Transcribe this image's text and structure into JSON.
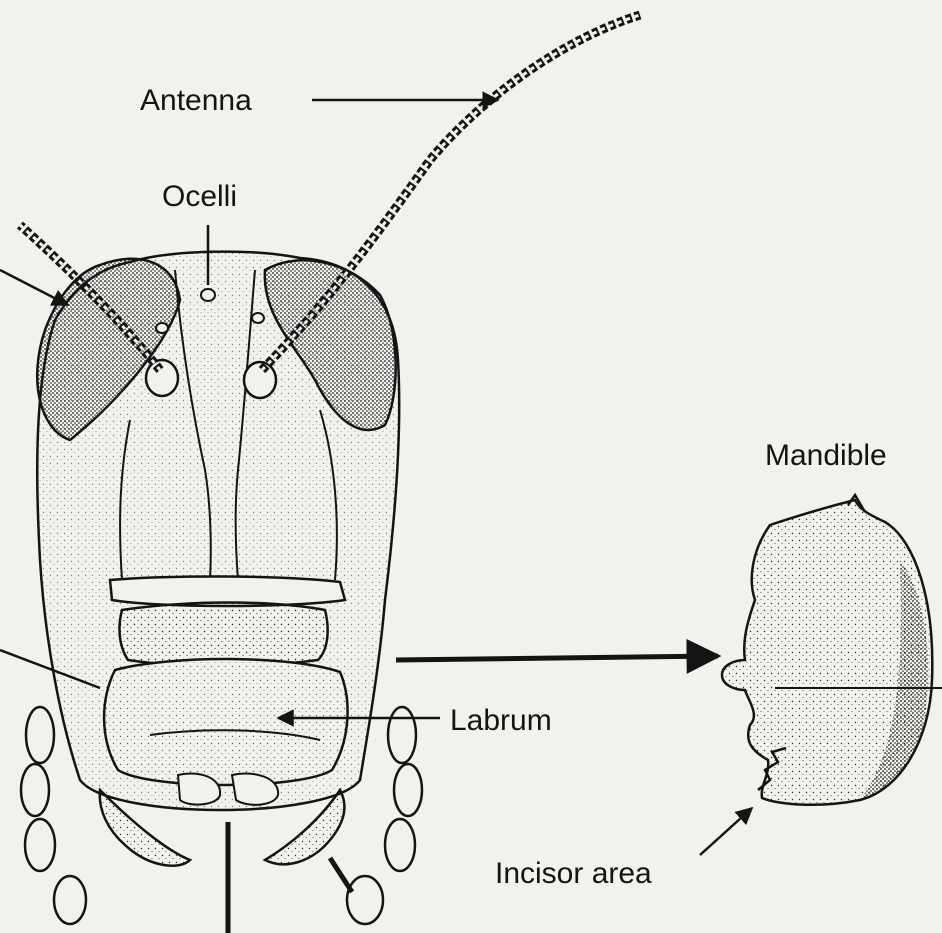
{
  "labels": {
    "antenna": "Antenna",
    "ocelli": "Ocelli",
    "mandible": "Mandible",
    "labrum": "Labrum",
    "incisor_area": "Incisor area"
  },
  "colors": {
    "paper": "#f2f1ee",
    "ink": "#141414",
    "stipple": "#2a2a2a"
  }
}
